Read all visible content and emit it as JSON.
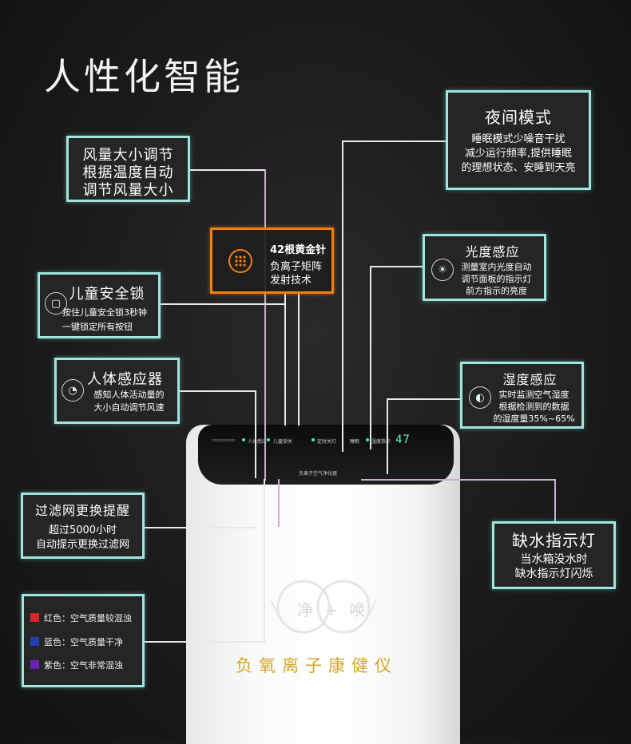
{
  "title": "人性化智能",
  "callouts": {
    "wind": {
      "title": "风量大小调节",
      "lines": [
        "根据温度自动",
        "调节风量大小"
      ]
    },
    "night": {
      "title": "夜间模式",
      "lines": [
        "睡眠模式少噪音干扰",
        "减少运行频率,提供睡眠",
        "的理想状态、安睡到天亮"
      ]
    },
    "gold": {
      "title": "42根黄金针",
      "lines": [
        "负离子矩阵",
        "发射技术"
      ]
    },
    "childlock": {
      "title": "儿童安全锁",
      "lines": [
        "按住儿童安全锁3秒钟",
        "一键锁定所有按钮"
      ]
    },
    "light": {
      "title": "光度感应",
      "lines": [
        "测量室内光度自动",
        "调节面板的指示灯",
        "前方指示的亮度"
      ]
    },
    "body": {
      "title": "人体感应器",
      "lines": [
        "感知人体活动量的",
        "大小自动调节风速"
      ]
    },
    "humidity": {
      "title": "湿度感应",
      "lines": [
        "实时监测空气湿度",
        "根据检测到的数据",
        "的湿度量35%~65%"
      ]
    },
    "filter": {
      "title": "过滤网更换提醒",
      "lines": [
        "超过5000小时",
        "自动提示更换过滤网"
      ]
    },
    "water": {
      "title": "缺水指示灯",
      "lines": [
        "当水箱没水时",
        "缺水指示灯闪烁"
      ]
    }
  },
  "legend": [
    {
      "label": "红色：空气质量较混浊",
      "color": "#d8262a"
    },
    {
      "label": "蓝色：空气质量干净",
      "color": "#1f3fb8"
    },
    {
      "label": "紫色：空气非常混浊",
      "color": "#6a1fb8"
    }
  ],
  "device": {
    "display": "47",
    "panel_labels": [
      "人体感应",
      "儿童锁关",
      "定时关灯",
      "睡眠",
      "湿度指示"
    ],
    "bottom_label": "负离子空气净化器",
    "logo_text": "净 + 唤",
    "brand": "负氧离子康健仪"
  }
}
